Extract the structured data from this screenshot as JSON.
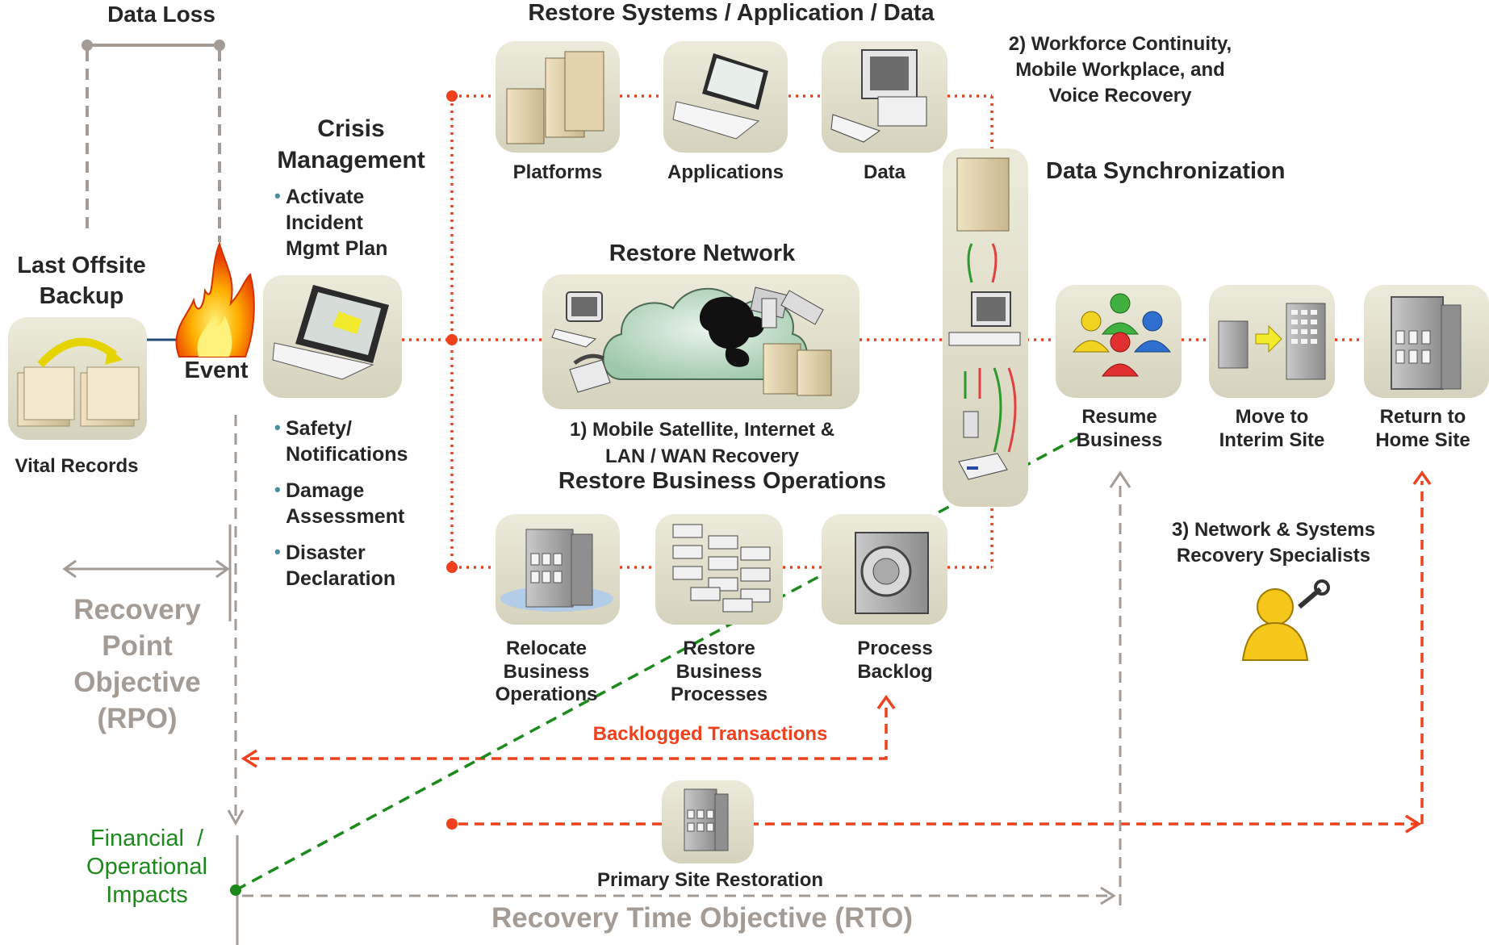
{
  "data_loss": {
    "title": "Data Loss"
  },
  "backup": {
    "title": "Last Offsite\nBackup",
    "caption": "Vital Records"
  },
  "event": {
    "label": "Event"
  },
  "crisis": {
    "title": "Crisis\nManagement",
    "items_top": [
      "Activate\nIncident\nMgmt Plan"
    ],
    "items_bottom": [
      "Safety/\nNotifications",
      "Damage\nAssessment",
      "Disaster\nDeclaration"
    ]
  },
  "restore_systems": {
    "title": "Restore Systems / Application / Data",
    "items": [
      "Platforms",
      "Applications",
      "Data"
    ]
  },
  "workforce": {
    "label": "2) Workforce Continuity,\nMobile Workplace, and\nVoice Recovery"
  },
  "data_sync": {
    "title": "Data Synchronization"
  },
  "restore_network": {
    "title": "Restore Network",
    "caption": "1) Mobile Satellite, Internet &\nLAN / WAN Recovery"
  },
  "restore_business": {
    "title": "Restore Business Operations",
    "items": [
      "Relocate\nBusiness\nOperations",
      "Restore\nBusiness\nProcesses",
      "Process\nBacklog"
    ]
  },
  "sites": {
    "items": [
      "Resume\nBusiness",
      "Move to\nInterim Site",
      "Return to\nHome Site"
    ]
  },
  "specialists": {
    "label": "3) Network & Systems\nRecovery Specialists"
  },
  "rpo": {
    "label": "Recovery\nPoint\nObjective\n(RPO)"
  },
  "backlogged": {
    "label": "Backlogged Transactions"
  },
  "primary_site": {
    "label": "Primary Site Restoration"
  },
  "impacts": {
    "label": "Financial  /\nOperational\nImpacts"
  },
  "rto": {
    "label": "Recovery Time Objective (RTO)"
  },
  "colors": {
    "red": "#f0401c",
    "gray": "#a39b94",
    "green": "#1b8a1b",
    "box": "#dedcc8",
    "text": "#262626"
  }
}
